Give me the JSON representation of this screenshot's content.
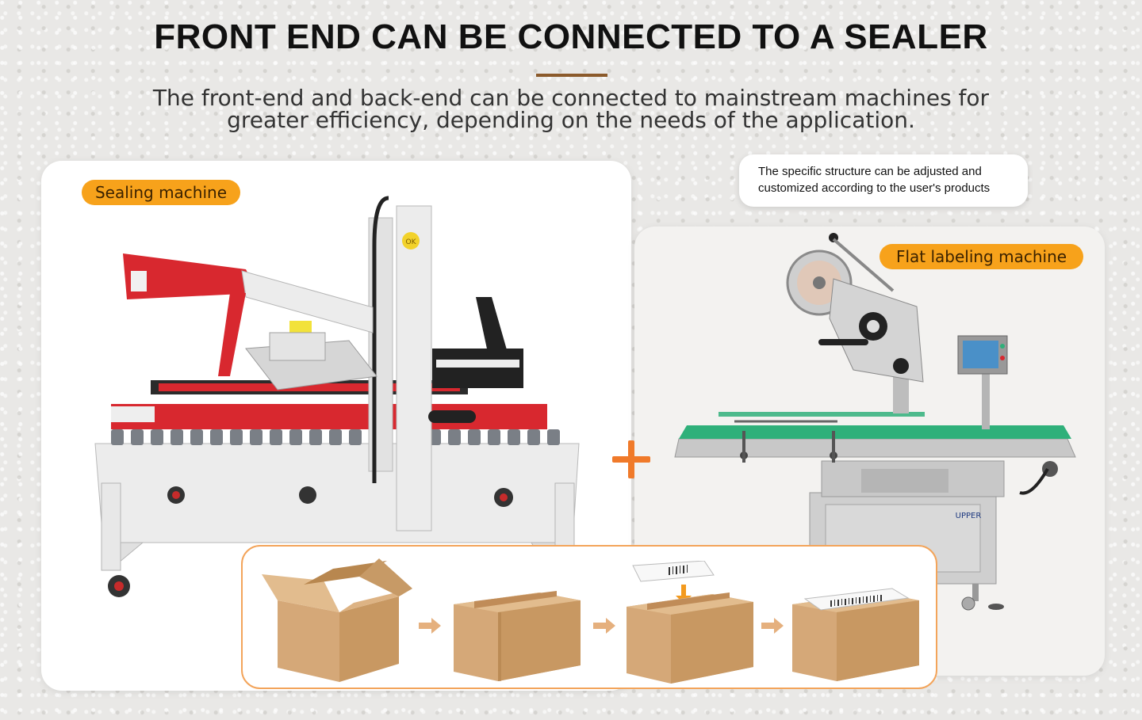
{
  "header": {
    "title": "FRONT END CAN BE CONNECTED TO A SEALER",
    "subtitle_line1": "The front-end and back-end can be connected to mainstream machines for",
    "subtitle_line2": "greater efficiency, depending on the needs of the application."
  },
  "sealing_card": {
    "label": "Sealing machine",
    "ok_badge": "OK"
  },
  "labeling_card": {
    "label": "Flat labeling machine",
    "note_line1": "The specific structure can be adjusted and",
    "note_line2": "customized according to the user's products",
    "brand": "UPPER"
  },
  "colors": {
    "accent_orange": "#f7a21b",
    "plus_orange": "#f07a2a",
    "title_rule": "#8b5a2b",
    "conveyor_green": "#2fb07a",
    "sealer_red": "#d8282f",
    "cardboard": "#d5a878"
  },
  "icons": {
    "plus": "plus-icon",
    "flow_arrow": "arrow-right-icon"
  }
}
